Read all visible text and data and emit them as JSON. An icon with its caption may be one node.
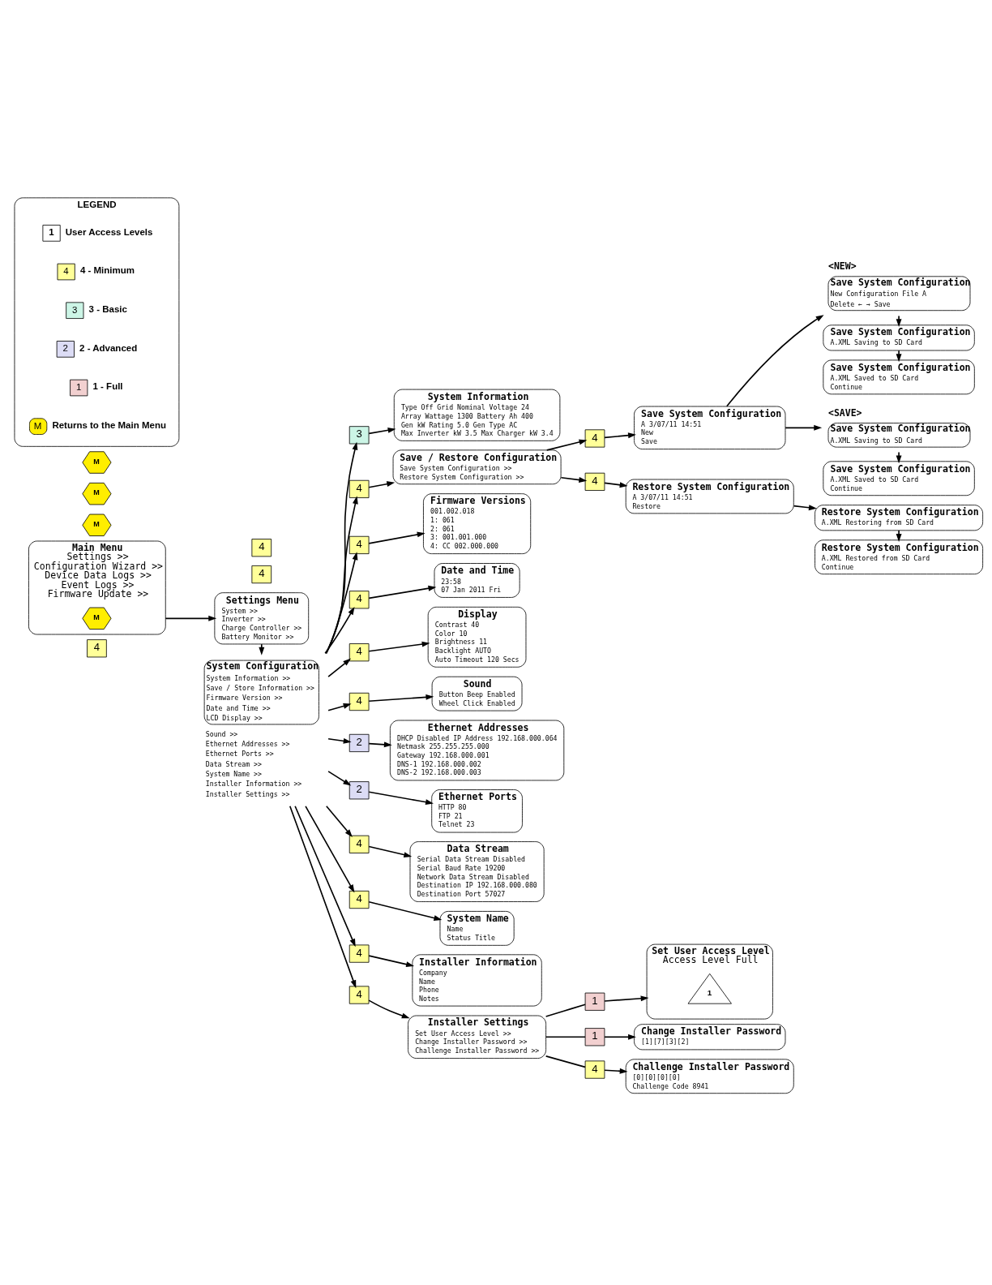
{
  "diagram": {
    "nodes": [
      {
        "text": [
          "4"
        ]
      },
      {
        "text": [
          "Main Menu",
          "Settings >>",
          "Configuration Wizard >>",
          "Device Data Logs >>",
          "Event Logs >>",
          "Firmware Update >>"
        ]
      },
      {
        "text": [
          "M"
        ],
        "in": 1
      },
      {
        "text": [
          "4"
        ]
      },
      {
        "text": [
          "Settings Menu",
          "System >>",
          "Inverter >>",
          "Charge Controller >>",
          "Battery Monitor >>"
        ]
      },
      {
        "text": [
          "4"
        ]
      },
      {
        "text": [
          "System Configuration",
          "System Information >>",
          "Save / Store Information >>",
          "Firmware Version >>",
          "Date and Time >>",
          "LCD Display >>"
        ],
        "beside": [
          "Sound >>",
          "Ethernet Addresses >>",
          "Ethernet Ports >>",
          "Data Stream >>",
          "System Name >>",
          "Installer Information >>",
          "Installer Settings >>"
        ]
      },
      {
        "text": [
          "3"
        ]
      },
      {
        "text": [
          "System Information",
          "Type Off Grid Nominal Voltage 24",
          "Array Wattage 1300 Battery Ah 400",
          "Gen kW Rating 5.0 Gen Type AC",
          "Max Inverter kW 3.5 Max Charger kW 3.4"
        ]
      },
      {
        "text": [
          "4"
        ]
      },
      {
        "text": [
          "Save / Restore Configuration",
          "Save System Configuration >>",
          "Restore System Configuration >>"
        ]
      },
      {
        "text": [
          "4"
        ]
      },
      {
        "text": [
          "Firmware Versions",
          "001.002.018",
          "1: 061",
          "2: 061",
          "3: 001.001.000",
          "4: CC 002.000.000"
        ]
      },
      {
        "text": [
          "4"
        ]
      },
      {
        "text": [
          "Date and Time",
          "23:58",
          "07 Jan 2011 Fri"
        ]
      },
      {
        "text": [
          "4"
        ]
      },
      {
        "text": [
          "Display",
          "Contrast 40",
          "Color 10",
          "Brightness 11",
          "Backlight AUTO",
          "Auto Timeout 120 Secs"
        ]
      },
      {
        "text": [
          "4"
        ]
      },
      {
        "text": [
          "Sound",
          "Button Beep Enabled",
          "Wheel Click Enabled"
        ]
      },
      {
        "text": [
          "2"
        ]
      },
      {
        "text": [
          "Ethernet Addresses",
          "DHCP Disabled IP Address 192.168.000.064",
          "Netmask 255.255.255.000",
          "Gateway 192.168.000.001",
          "DNS-1 192.168.000.002",
          "DNS-2 192.168.000.003"
        ]
      },
      {
        "text": [
          "2"
        ]
      },
      {
        "text": [
          "Ethernet Ports",
          "HTTP 80",
          "FTP 21",
          "Telnet 23"
        ]
      },
      {
        "text": [
          "4"
        ]
      },
      {
        "text": [
          "Data Stream",
          "Serial Data Stream Disabled",
          "Serial Baud Rate 19200",
          "Network Data Stream Disabled",
          "Destination IP 192.168.000.080",
          "Destination Port 57027"
        ]
      },
      {
        "text": [
          "4"
        ]
      },
      {
        "text": [
          "System Name",
          "Name",
          "Status Title"
        ]
      },
      {
        "text": [
          "4"
        ]
      },
      {
        "text": [
          "Installer Information",
          "Company",
          "Name",
          "Phone",
          "Notes"
        ]
      },
      {
        "text": [
          "4"
        ]
      },
      {
        "text": [
          "Installer Settings",
          "Set User Access Level >>",
          "Change Installer Password >>",
          "Challenge Installer Password >>"
        ]
      },
      {
        "text": [
          "4"
        ]
      },
      {
        "text": [
          "Save System Configuration",
          "A 3/07/11 14:51",
          "New",
          "Save"
        ]
      },
      {
        "text": [
          "Save System Configuration",
          "New Configuration File A",
          "Delete ← → Save"
        ],
        "beside": [
          "<NEW>"
        ]
      },
      {
        "text": [
          "Save System Configuration",
          "A.XML Saving to SD Card"
        ]
      },
      {
        "text": [
          "Save System Configuration",
          "A.XML Saved to SD Card",
          "Continue"
        ]
      },
      {
        "text": [
          "M"
        ]
      },
      {
        "text": [
          "Save System Configuration",
          "A.XML Saving to SD Card"
        ],
        "beside": [
          "<SAVE>"
        ]
      },
      {
        "text": [
          "Save System Configuration",
          "A.XML Saved to SD Card",
          "Continue"
        ]
      },
      {
        "text": [
          "M"
        ]
      },
      {
        "text": [
          "4"
        ]
      },
      {
        "text": [
          "Restore System Configuration",
          "A 3/07/11 14:51",
          "Restore"
        ]
      },
      {
        "text": [
          "Restore System Configuration",
          "A.XML Restoring from SD Card"
        ]
      },
      {
        "text": [
          "Restore System Configuration",
          "A.XML Restored from SD Card",
          "Continue"
        ]
      },
      {
        "text": [
          "M"
        ]
      },
      {
        "text": [
          "1"
        ]
      },
      {
        "text": [
          "Set User Access Level",
          "Access Level Full"
        ]
      },
      {
        "text": [
          "1"
        ],
        "in": 46
      },
      {
        "text": [
          "1"
        ]
      },
      {
        "text": [
          "Change Installer Password",
          "[1][7][3][2]"
        ]
      },
      {
        "text": [
          "4"
        ]
      },
      {
        "text": [
          "Challenge Installer Password",
          "[0][0][0][0]",
          "Challenge Code 8941"
        ]
      },
      {
        "text": [
          "LEGEND"
        ]
      },
      {
        "text": [
          "1"
        ],
        "in": 52,
        "beside": [
          "User Access Levels"
        ]
      },
      {
        "text": [
          "4"
        ],
        "in": 52,
        "beside": [
          "4 - Minimum"
        ]
      },
      {
        "text": [
          "3"
        ],
        "in": 52,
        "beside": [
          "3 - Basic"
        ]
      },
      {
        "text": [
          "2"
        ],
        "in": 52,
        "beside": [
          "2 - Advanced"
        ]
      },
      {
        "text": [
          "1"
        ],
        "in": 52,
        "beside": [
          "1 - Full"
        ]
      },
      {
        "text": [
          "M"
        ],
        "in": 52,
        "beside": [
          "Returns to the Main Menu"
        ]
      }
    ],
    "edges": [
      {
        "from": 1,
        "to": 4,
        "arrow": "to"
      },
      {
        "from": 4,
        "to": 6,
        "arrow": "to"
      },
      {
        "from": 6,
        "to": 7,
        "arrow": "to"
      },
      {
        "from": 6,
        "to": 9,
        "arrow": "to"
      },
      {
        "from": 6,
        "to": 11,
        "arrow": "to"
      },
      {
        "from": 6,
        "to": 13,
        "arrow": "to"
      },
      {
        "from": 6,
        "to": 15,
        "arrow": "to"
      },
      {
        "from": 6,
        "to": 17,
        "arrow": "to"
      },
      {
        "from": 6,
        "to": 19,
        "arrow": "to"
      },
      {
        "from": 6,
        "to": 21,
        "arrow": "to"
      },
      {
        "from": 6,
        "to": 23,
        "arrow": "to"
      },
      {
        "from": 6,
        "to": 25,
        "arrow": "to"
      },
      {
        "from": 6,
        "to": 27,
        "arrow": "to"
      },
      {
        "from": 6,
        "to": 29,
        "arrow": "to"
      },
      {
        "from": 7,
        "to": 8,
        "arrow": "to"
      },
      {
        "from": 9,
        "to": 10,
        "arrow": "to"
      },
      {
        "from": 11,
        "to": 12,
        "arrow": "to"
      },
      {
        "from": 13,
        "to": 14,
        "arrow": "to"
      },
      {
        "from": 15,
        "to": 16,
        "arrow": "to"
      },
      {
        "from": 17,
        "to": 18,
        "arrow": "to"
      },
      {
        "from": 19,
        "to": 20,
        "arrow": "to"
      },
      {
        "from": 21,
        "to": 22,
        "arrow": "to"
      },
      {
        "from": 23,
        "to": 24,
        "arrow": "to"
      },
      {
        "from": 25,
        "to": 26,
        "arrow": "to"
      },
      {
        "from": 27,
        "to": 28,
        "arrow": "to"
      },
      {
        "from": 29,
        "to": 30,
        "arrow": "to"
      },
      {
        "from": 10,
        "to": 31,
        "arrow": "to"
      },
      {
        "from": 10,
        "to": 40,
        "arrow": "to"
      },
      {
        "from": 31,
        "to": 32,
        "arrow": "to"
      },
      {
        "from": 32,
        "to": 33,
        "arrow": "to"
      },
      {
        "from": 33,
        "to": 34,
        "arrow": "to"
      },
      {
        "from": 34,
        "to": 35,
        "arrow": "to"
      },
      {
        "from": 32,
        "to": 37,
        "arrow": "to"
      },
      {
        "from": 37,
        "to": 38,
        "arrow": "to"
      },
      {
        "from": 40,
        "to": 41,
        "arrow": "to"
      },
      {
        "from": 41,
        "to": 42,
        "arrow": "to"
      },
      {
        "from": 42,
        "to": 43,
        "arrow": "to"
      },
      {
        "from": 30,
        "to": 45,
        "arrow": "none"
      },
      {
        "from": 30,
        "to": 48,
        "arrow": "none"
      },
      {
        "from": 30,
        "to": 50,
        "arrow": "none"
      },
      {
        "from": 45,
        "to": 46,
        "arrow": "to"
      },
      {
        "from": 48,
        "to": 49,
        "arrow": "to"
      },
      {
        "from": 50,
        "to": 51,
        "arrow": "to"
      }
    ]
  }
}
